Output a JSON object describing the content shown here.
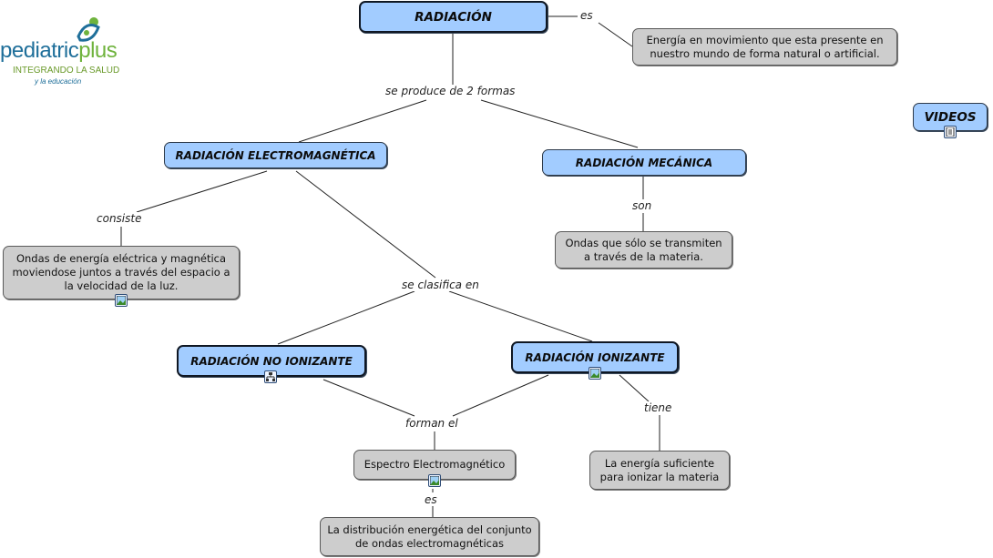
{
  "logo": {
    "brand_primary": "pediatric",
    "brand_secondary": "plus",
    "tagline": "INTEGRANDO LA SALUD",
    "subtagline": "y la educación",
    "primary_color": "#1f6f9a",
    "secondary_color": "#6fb33d"
  },
  "concepts": {
    "radiacion": "RADIACIÓN",
    "electromagnetica": "RADIACIÓN ELECTROMAGNÉTICA",
    "mecanica": "RADIACIÓN MECÁNICA",
    "no_ionizante": "RADIACIÓN NO IONIZANTE",
    "ionizante": "RADIACIÓN IONIZANTE",
    "videos": "VIDEOS"
  },
  "notes": {
    "energia": "Energía en movimiento que esta presente en nuestro mundo de forma natural o artificial.",
    "ondas_em": "Ondas de energía eléctrica y magnética moviendose juntos a través del espacio a la velocidad de la luz.",
    "ondas_materia": "Ondas que sólo se transmiten a través de la materia.",
    "espectro": "Espectro Electromagnético",
    "energia_suficiente": "La energía suficiente para ionizar la materia",
    "distribucion": "La distribución energética del conjunto de ondas electromagnéticas"
  },
  "links": {
    "es_top": "es",
    "produce": "se produce de 2 formas",
    "consiste": "consiste",
    "son": "son",
    "clasifica": "se clasifica en",
    "forman": "forman el",
    "tiene": "tiene",
    "es_bottom": "es"
  },
  "icons": {
    "videos": "document-icon",
    "ondas_em": "image-icon",
    "no_ionizante": "concept-map-icon",
    "ionizante": "image-icon",
    "espectro": "image-icon"
  },
  "colors": {
    "concept_fill": "#a2ccff",
    "note_fill": "#cdcdcd",
    "line": "#222222"
  }
}
